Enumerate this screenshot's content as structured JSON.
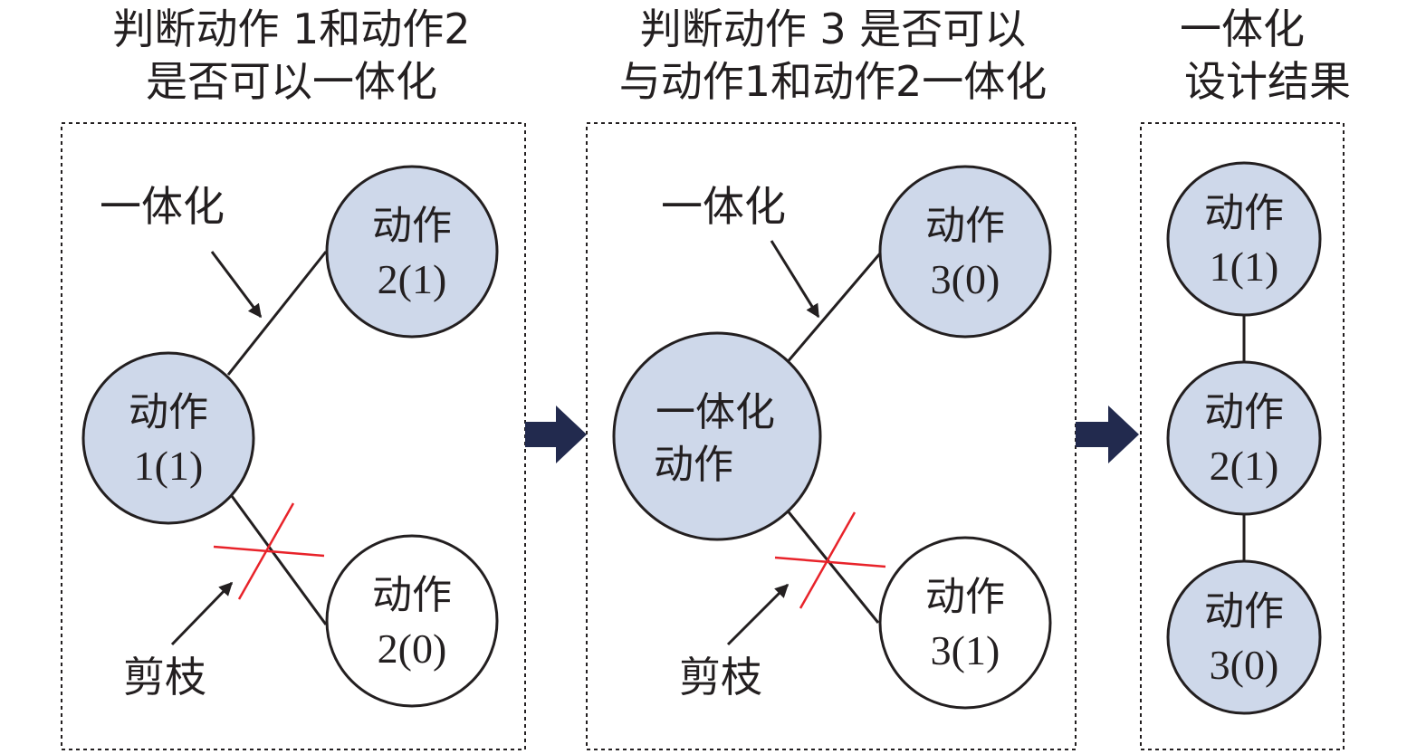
{
  "colors": {
    "node_fill": "#ced8ea",
    "node_plain_fill": "#ffffff",
    "stroke": "#231f20",
    "prune_mark": "#e8232a",
    "flow_arrow": "#222a4e"
  },
  "panel1": {
    "title_line1": "判断动作 1和动作2",
    "title_line2": "是否可以一体化",
    "annotation_integrate": "一体化",
    "annotation_prune": "剪枝",
    "node_a": {
      "line1": "动作",
      "line2": "1(1)",
      "filled": true
    },
    "node_b": {
      "line1": "动作",
      "line2": "2(1)",
      "filled": true
    },
    "node_c": {
      "line1": "动作",
      "line2": "2(0)",
      "filled": false
    }
  },
  "panel2": {
    "title_line1": "判断动作 3 是否可以",
    "title_line2": "与动作1和动作2一体化",
    "annotation_integrate": "一体化",
    "annotation_prune": "剪枝",
    "node_a": {
      "line1": "一体化",
      "line2": "动作",
      "filled": true
    },
    "node_b": {
      "line1": "动作",
      "line2": "3(0)",
      "filled": true
    },
    "node_c": {
      "line1": "动作",
      "line2": "3(1)",
      "filled": false
    }
  },
  "panel3": {
    "title_line1": "一体化",
    "title_line2": "设计结果",
    "node_a": {
      "line1": "动作",
      "line2": "1(1)",
      "filled": true
    },
    "node_b": {
      "line1": "动作",
      "line2": "2(1)",
      "filled": true
    },
    "node_c": {
      "line1": "动作",
      "line2": "3(0)",
      "filled": true
    }
  }
}
